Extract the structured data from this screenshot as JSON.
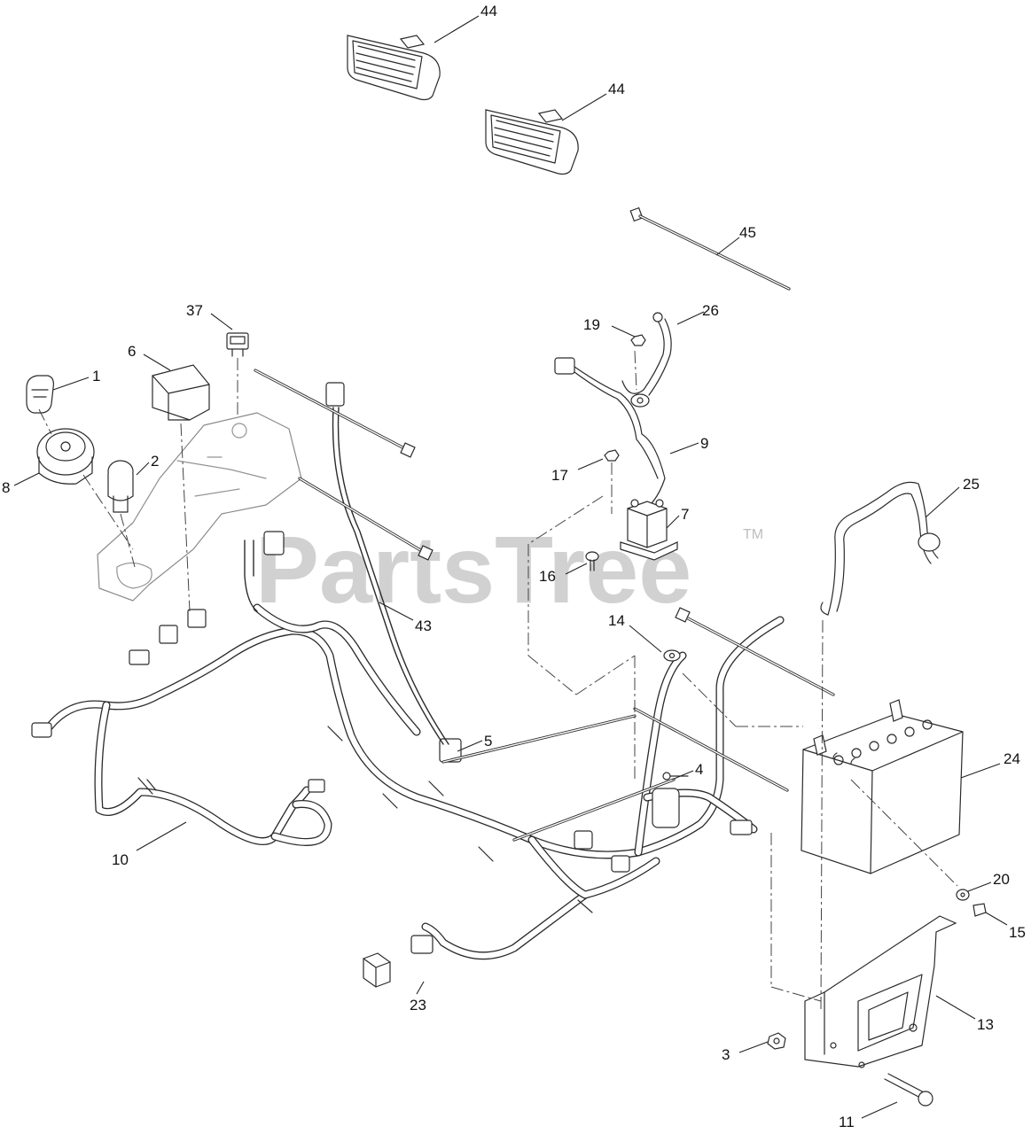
{
  "watermark": {
    "text": "PartsTree",
    "trademark": "TM"
  },
  "callouts": {
    "c1": "1",
    "c2": "2",
    "c3": "3",
    "c4": "4",
    "c5": "5",
    "c6": "6",
    "c7": "7",
    "c8": "8",
    "c9": "9",
    "c10": "10",
    "c11": "11",
    "c13": "13",
    "c14": "14",
    "c15": "15",
    "c16": "16",
    "c17": "17",
    "c19": "19",
    "c20": "20",
    "c23": "23",
    "c24": "24",
    "c25": "25",
    "c26": "26",
    "c37": "37",
    "c43": "43",
    "c44a": "44",
    "c44b": "44",
    "c45": "45"
  },
  "colors": {
    "line": "#2a2a2a",
    "watermark": "#bdbdbd",
    "background": "#ffffff"
  }
}
